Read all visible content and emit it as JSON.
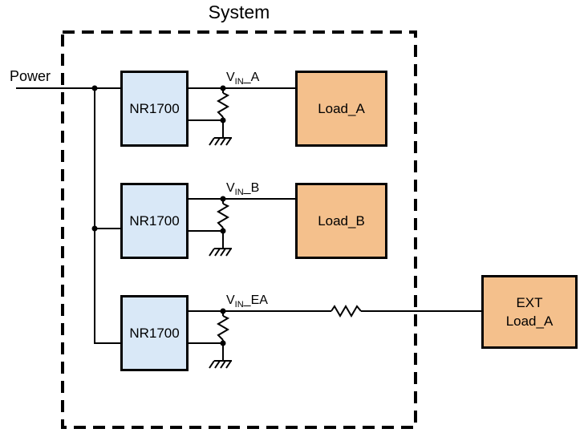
{
  "title": "System",
  "power_label": "Power",
  "regulators": [
    {
      "label": "NR1700"
    },
    {
      "label": "NR1700"
    },
    {
      "label": "NR1700"
    }
  ],
  "loads": [
    {
      "label": "Load_A"
    },
    {
      "label": "Load_B"
    }
  ],
  "ext_load": {
    "line1": "EXT",
    "line2": "Load_A"
  },
  "vin_labels": [
    {
      "v": "V",
      "sub": "IN",
      "suffix": "_A"
    },
    {
      "v": "V",
      "sub": "IN",
      "suffix": "_B"
    },
    {
      "v": "V",
      "sub": "IN",
      "suffix": "_EA"
    }
  ],
  "colors": {
    "regulator_fill": "#d9e8f7",
    "load_fill": "#f4c08c",
    "line": "#000000",
    "background": "#ffffff"
  }
}
